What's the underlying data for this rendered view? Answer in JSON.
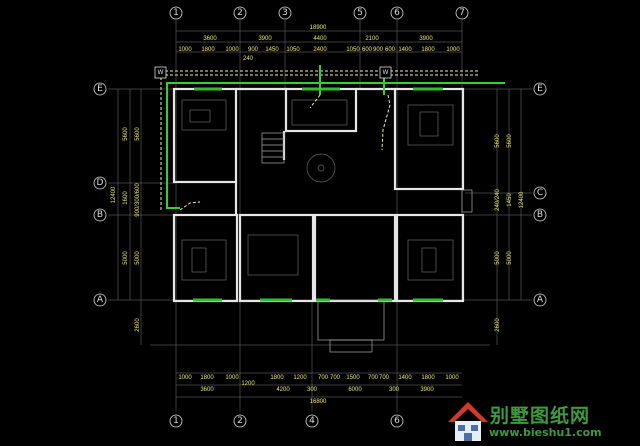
{
  "top_axes": [
    "1",
    "2",
    "3",
    "5",
    "6",
    "7"
  ],
  "bottom_axes": [
    "1",
    "2",
    "4",
    "6"
  ],
  "left_axes": [
    "E",
    "D",
    "B",
    "A"
  ],
  "right_axes": [
    "E",
    "C",
    "B",
    "A"
  ],
  "top_dims": {
    "overall": "18900",
    "row2": [
      "3600",
      "3900",
      "4400",
      "2100",
      "3900"
    ],
    "row3": [
      "1000",
      "1800",
      "1000",
      "900",
      "1450",
      "1050",
      "2400",
      "1050",
      "600",
      "900",
      "600",
      "1400",
      "1800",
      "1000"
    ],
    "extra": "240"
  },
  "bottom_dims": {
    "row1": [
      "1000",
      "1800",
      "1000",
      "1800",
      "1200",
      "700",
      "700",
      "1500",
      "700",
      "700",
      "1400",
      "1800",
      "1000"
    ],
    "extra": "1200",
    "row2": [
      "3600",
      "4200",
      "300",
      "6000",
      "300",
      "3900"
    ],
    "overall": "16800"
  },
  "left_dims": [
    "5600",
    "5600",
    "12400",
    "1600",
    "900/300/600",
    "5000",
    "5000",
    "2600"
  ],
  "right_dims": [
    "5600",
    "5600",
    "12400",
    "1450",
    "240/240",
    "5000",
    "5000",
    "2600"
  ],
  "markers": {
    "water_meter_left": "W",
    "water_meter_right": "W"
  },
  "colors": {
    "pipe": "#33d033",
    "dimension": "#e8e870",
    "wall": "#e6e6e6"
  },
  "logo": {
    "title": "别墅图纸网",
    "url": "www.bieshu1.com"
  }
}
